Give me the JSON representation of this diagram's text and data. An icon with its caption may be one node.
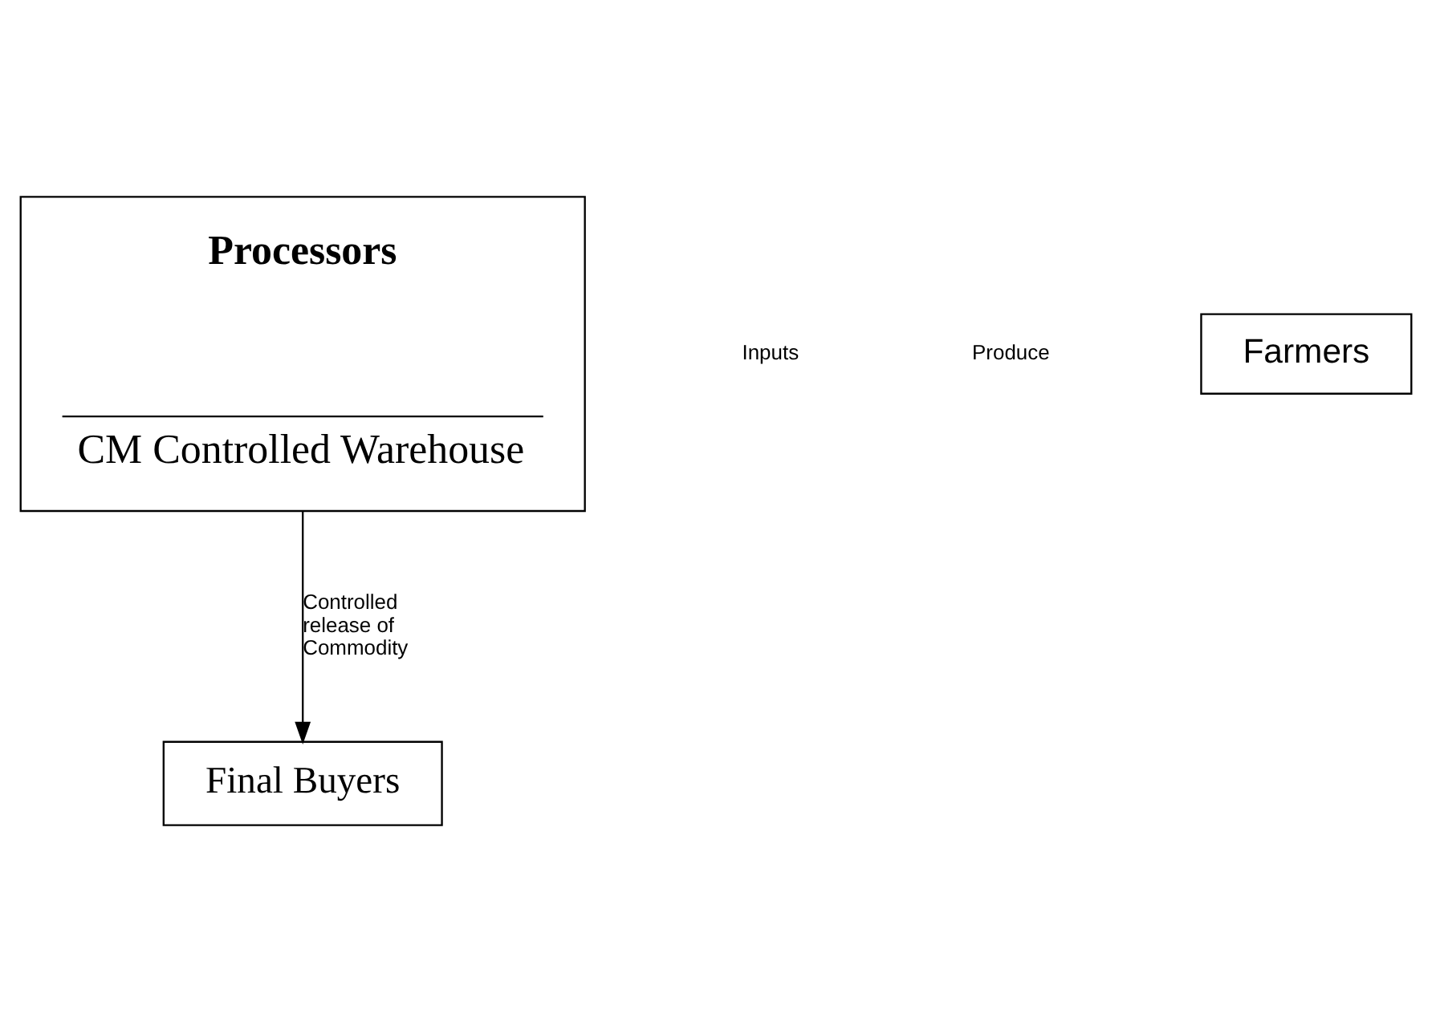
{
  "diagram": {
    "nodes": [
      {
        "text": [
          "Processors",
          "CM Controlled Warehouse"
        ]
      },
      {
        "text": [
          "Farmers"
        ]
      },
      {
        "text": [
          "Final Buyers"
        ]
      }
    ],
    "edges": [
      {
        "from": 0,
        "to": 2,
        "arrow": "to",
        "label": "Controlled release of Commodity"
      }
    ],
    "labels": [
      "Inputs",
      "Produce"
    ]
  }
}
